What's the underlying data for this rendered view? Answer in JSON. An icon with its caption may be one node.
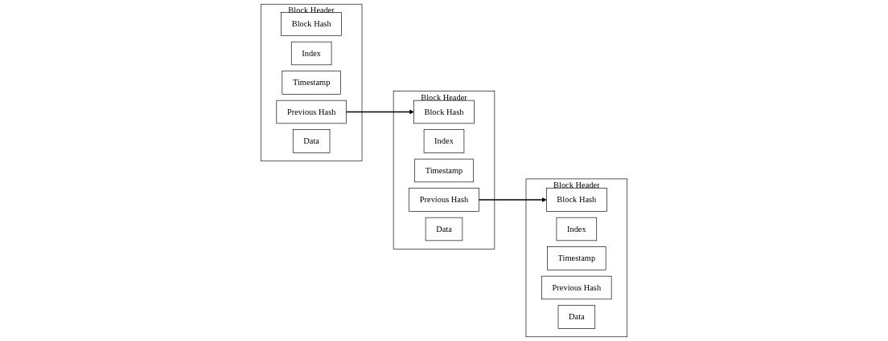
{
  "diagram": {
    "nodes": [
      {
        "text": [
          "Block Header"
        ]
      },
      {
        "text": [
          "Block Hash"
        ],
        "in": 0
      },
      {
        "text": [
          "Index"
        ],
        "in": 0
      },
      {
        "text": [
          "Timestamp"
        ],
        "in": 0
      },
      {
        "text": [
          "Previous Hash"
        ],
        "in": 0
      },
      {
        "text": [
          "Data"
        ],
        "in": 0
      },
      {
        "text": [
          "Block Header"
        ]
      },
      {
        "text": [
          "Block Hash"
        ],
        "in": 6
      },
      {
        "text": [
          "Index"
        ],
        "in": 6
      },
      {
        "text": [
          "Timestamp"
        ],
        "in": 6
      },
      {
        "text": [
          "Previous Hash"
        ],
        "in": 6
      },
      {
        "text": [
          "Data"
        ],
        "in": 6
      },
      {
        "text": [
          "Block Header"
        ]
      },
      {
        "text": [
          "Block Hash"
        ],
        "in": 12
      },
      {
        "text": [
          "Index"
        ],
        "in": 12
      },
      {
        "text": [
          "Timestamp"
        ],
        "in": 12
      },
      {
        "text": [
          "Previous Hash"
        ],
        "in": 12
      },
      {
        "text": [
          "Data"
        ],
        "in": 12
      }
    ],
    "edges": [
      {
        "from": 4,
        "to": 7,
        "arrow": "to"
      },
      {
        "from": 10,
        "to": 13,
        "arrow": "to"
      }
    ]
  }
}
